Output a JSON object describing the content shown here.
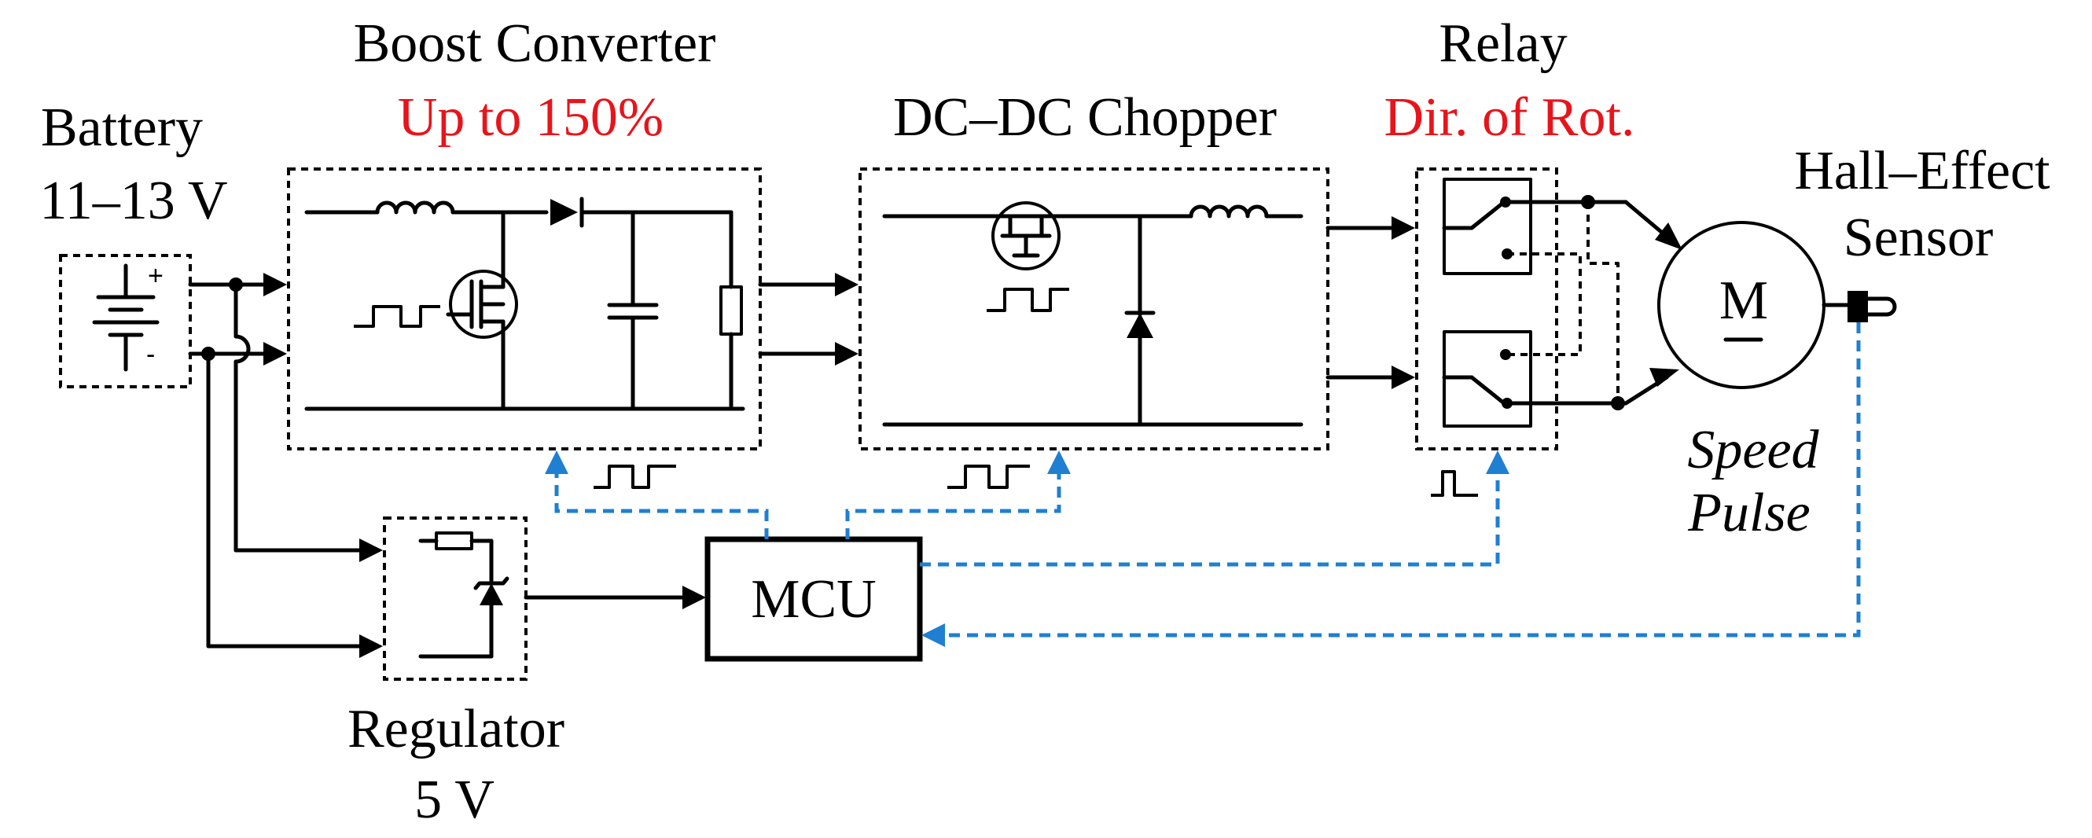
{
  "labels": {
    "battery": "Battery",
    "battery_voltage": "11–13 V",
    "boost": "Boost Converter",
    "boost_note": "Up to 150%",
    "chopper": "DC–DC Chopper",
    "relay": "Relay",
    "relay_note": "Dir. of Rot.",
    "hall_line1": "Hall–Effect",
    "hall_line2": "Sensor",
    "motor": "M",
    "speed": "Speed",
    "pulse": "Pulse",
    "regulator": "Regulator",
    "regulator_voltage": "5 V",
    "mcu": "MCU"
  },
  "colors": {
    "wire": "#000000",
    "highlight_text": "#e8141b",
    "control_signal": "#1f7fd1"
  }
}
